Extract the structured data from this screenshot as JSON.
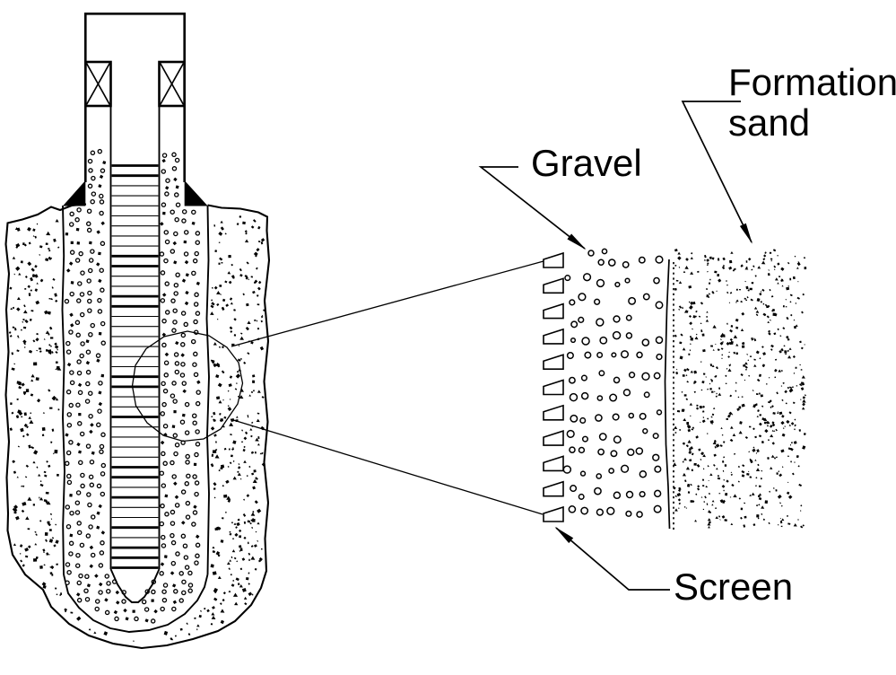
{
  "labels": {
    "gravel": "Gravel",
    "formation_sand_line1": "Formation",
    "formation_sand_line2": "sand",
    "screen": "Screen"
  },
  "colors": {
    "ink": "#000000",
    "paper": "#ffffff"
  }
}
